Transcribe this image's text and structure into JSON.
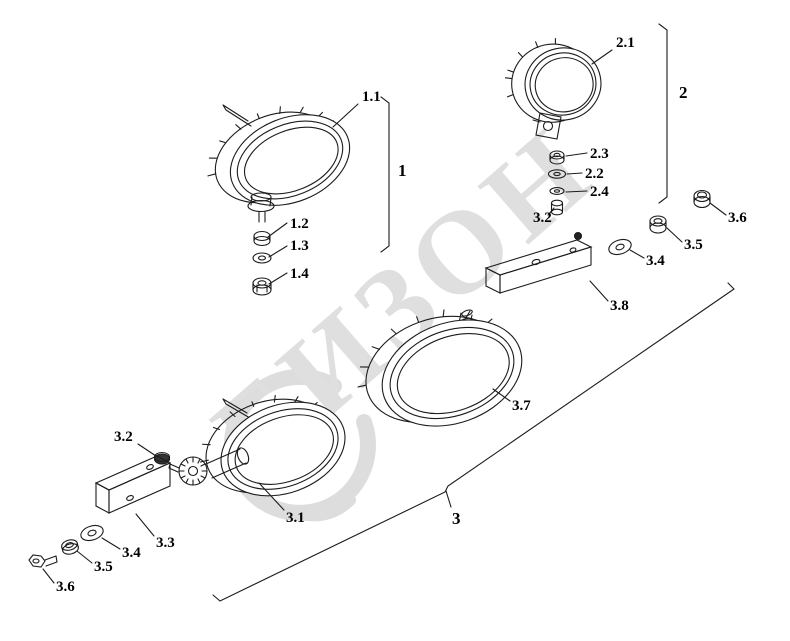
{
  "watermark": {
    "text": "БИЗОН"
  },
  "groups": {
    "g1": "1",
    "g2": "2",
    "g3": "3"
  },
  "parts": {
    "p1_1": "1.1",
    "p1_2": "1.2",
    "p1_3": "1.3",
    "p1_4": "1.4",
    "p2_1": "2.1",
    "p2_2": "2.2",
    "p2_3": "2.3",
    "p2_4": "2.4",
    "p3_1": "3.1",
    "p3_2": "3.2",
    "p3_3": "3.3",
    "p3_4": "3.4",
    "p3_5": "3.5",
    "p3_6": "3.6",
    "p3_7": "3.7",
    "p3_8": "3.8"
  }
}
